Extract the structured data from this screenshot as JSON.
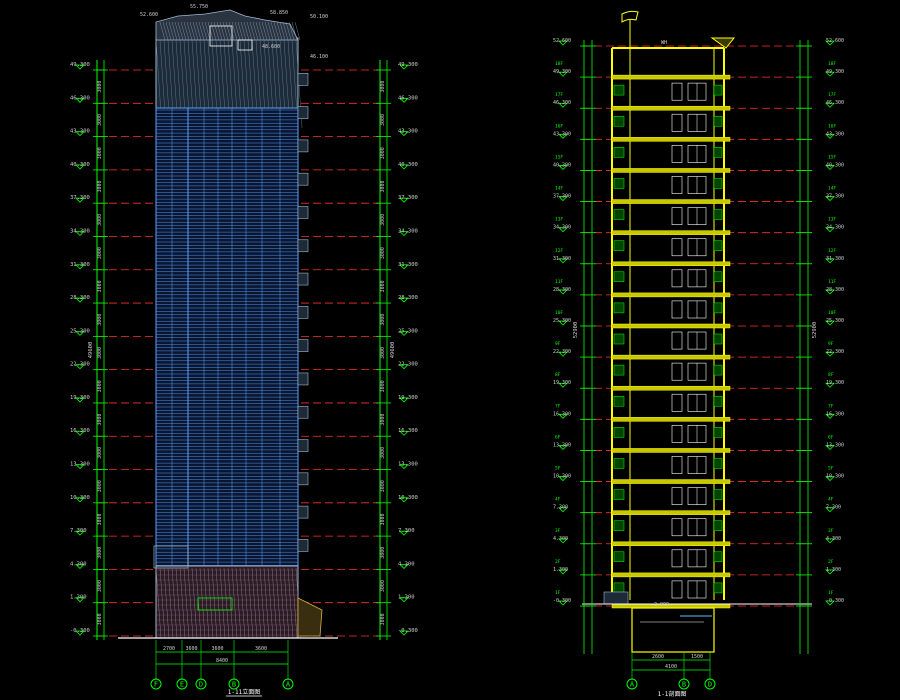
{
  "drawing": {
    "background": "#000000",
    "colors": {
      "dim": "#00ff00",
      "level": "#ff3030",
      "slab": "#ffff00",
      "facade": "#5aa0ff",
      "hatch": "#a0b8d0",
      "text": "#cfcfcf",
      "white": "#ffffff"
    },
    "left_view": {
      "title": "1-11立面图",
      "top_labels": [
        "52.600",
        "55.750",
        "58.850",
        "50.100",
        "48.600",
        "46.100"
      ],
      "axis_bubbles": [
        "F",
        "E",
        "D",
        "B",
        "A"
      ],
      "bottom_dims": [
        "2700",
        "3600",
        "3600",
        "3600"
      ],
      "total_dim": "8400",
      "left_levels": [
        "49.300",
        "46.300",
        "43.300",
        "40.300",
        "37.300",
        "34.300",
        "31.300",
        "28.300",
        "25.300",
        "22.300",
        "19.300",
        "16.300",
        "13.300",
        "10.300",
        "7.300",
        "4.300",
        "1.300",
        "-0.300"
      ],
      "right_levels": [
        "49.300",
        "46.300",
        "43.300",
        "40.300",
        "37.300",
        "34.300",
        "31.300",
        "28.300",
        "25.300",
        "22.300",
        "19.300",
        "16.300",
        "13.300",
        "10.300",
        "7.300",
        "4.300",
        "1.300",
        "-0.300"
      ],
      "segment_dims": [
        "3000",
        "3000",
        "3000",
        "3000",
        "3000",
        "3000",
        "3000",
        "3000",
        "3000",
        "3000",
        "3000",
        "3000",
        "3000",
        "3000",
        "3000",
        "3000",
        "3000"
      ],
      "overall_dim": "49600"
    },
    "right_view": {
      "title": "1-1剖面图",
      "axis_bubbles": [
        "A",
        "B",
        "D"
      ],
      "bottom_dims": [
        "2600",
        "1500"
      ],
      "total_dim": "4100",
      "top_label": "WH",
      "floor_tags": [
        "18F",
        "17F",
        "16F",
        "15F",
        "14F",
        "13F",
        "12F",
        "11F",
        "10F",
        "9F",
        "8F",
        "7F",
        "6F",
        "5F",
        "4F",
        "3F",
        "2F",
        "1F"
      ],
      "left_levels": [
        "52.600",
        "49.300",
        "46.300",
        "43.300",
        "40.300",
        "37.300",
        "34.300",
        "31.300",
        "28.300",
        "25.300",
        "22.300",
        "19.300",
        "16.300",
        "13.300",
        "10.300",
        "7.300",
        "4.300",
        "1.300",
        "-0.300"
      ],
      "right_levels": [
        "52.600",
        "49.300",
        "46.300",
        "43.300",
        "40.300",
        "37.300",
        "34.300",
        "31.300",
        "28.300",
        "25.300",
        "22.300",
        "19.300",
        "16.300",
        "13.300",
        "10.300",
        "7.300",
        "4.300",
        "1.300",
        "-0.300"
      ],
      "overall_dim": "52900",
      "basement_label": "-2.900"
    }
  }
}
